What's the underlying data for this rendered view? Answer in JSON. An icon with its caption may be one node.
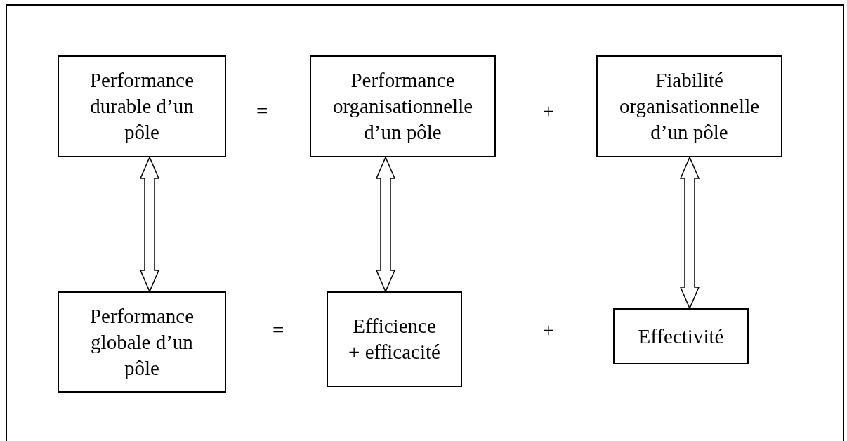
{
  "diagram": {
    "nodes": [
      {
        "text": [
          "Performance durable d’un pôle"
        ]
      },
      {
        "text": [
          "Performance organisationnelle d’un pôle"
        ]
      },
      {
        "text": [
          "Fiabilité organisationnelle d’un pôle"
        ]
      },
      {
        "text": [
          "Performance globale d’un pôle"
        ]
      },
      {
        "text": [
          "Efficience + efficacité"
        ]
      },
      {
        "text": [
          "Effectivité"
        ]
      }
    ],
    "edges": [
      {
        "from": 0,
        "to": 3,
        "arrow": "both"
      },
      {
        "from": 1,
        "to": 4,
        "arrow": "both"
      },
      {
        "from": 2,
        "to": 5,
        "arrow": "both"
      }
    ],
    "labels": [
      "=",
      "+",
      "=",
      "+"
    ]
  }
}
